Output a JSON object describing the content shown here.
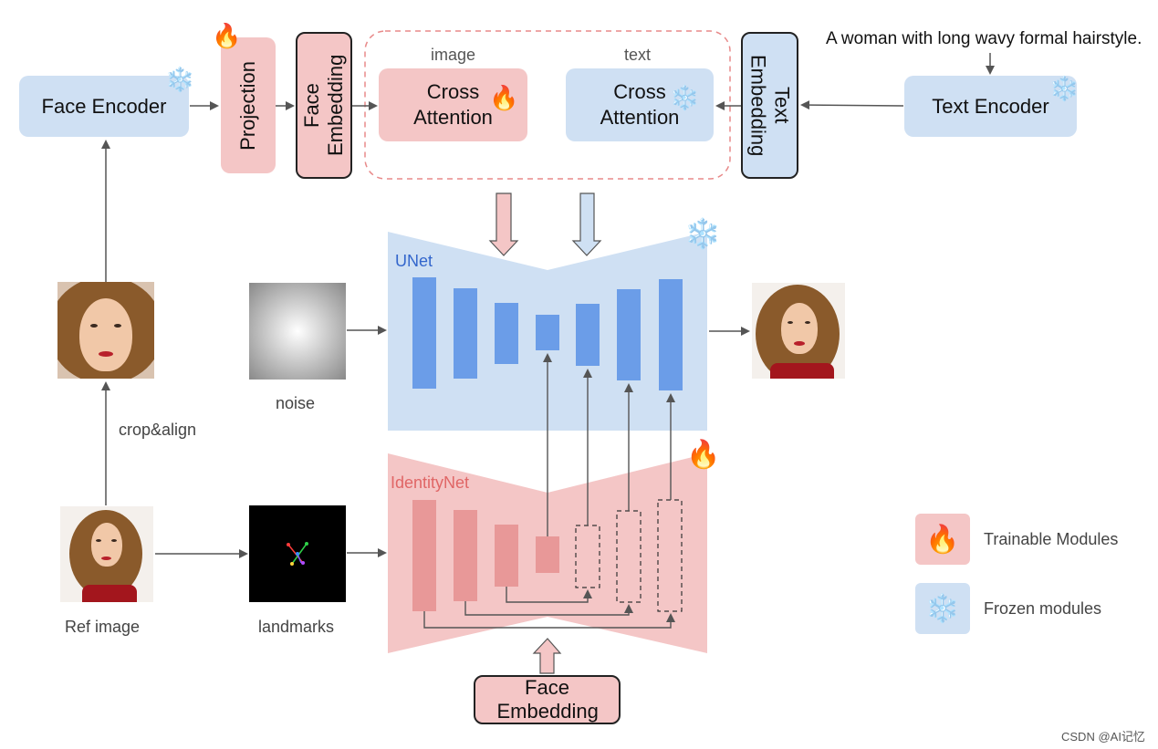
{
  "top": {
    "face_encoder": "Face Encoder",
    "projection": "Projection",
    "face_embedding": "Face Embedding",
    "image_label": "image",
    "text_label": "text",
    "cross_attention_left": "Cross Attention",
    "cross_attention_right": "Cross Attention",
    "text_embedding": "Text Embedding",
    "text_encoder": "Text Encoder",
    "prompt": "A woman with long wavy formal hairstyle."
  },
  "middle": {
    "unet_label": "UNet",
    "noise_label": "noise",
    "crop_label": "crop&align"
  },
  "bottom": {
    "identitynet_label": "IdentityNet",
    "ref_image_label": "Ref image",
    "landmarks_label": "landmarks",
    "face_embedding": "Face Embedding"
  },
  "legend": {
    "trainable": "Trainable Modules",
    "frozen": "Frozen modules"
  },
  "watermark": "CSDN @AI记忆",
  "colors": {
    "blue_module": "#cfe0f3",
    "pink_module": "#f4c6c6",
    "unet_bar": "#6b9de8",
    "identity_bar": "#e89898",
    "unet_label": "#3366cc",
    "identity_label": "#e06666"
  },
  "icons": {
    "trainable": "fire-icon",
    "frozen": "snowflake-icon"
  }
}
